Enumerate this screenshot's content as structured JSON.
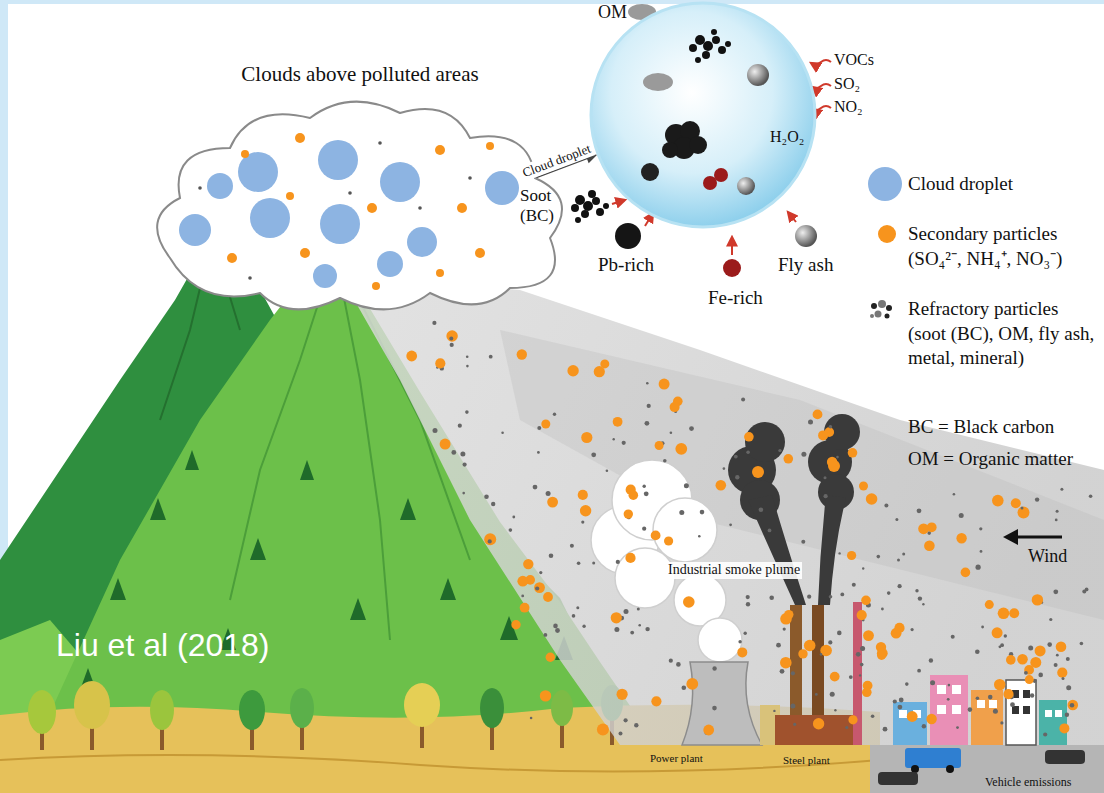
{
  "diagram": {
    "nodes": [
      {
        "text": [
          "Clouds above polluted areas"
        ]
      },
      {
        "text": [
          "H₂O₂"
        ]
      }
    ],
    "edges": [
      {
        "from": 0,
        "to": 1,
        "arrow": "to",
        "label": "Cloud droplet"
      }
    ],
    "labels": [
      "OM",
      "Soot (BC)",
      "VOCs",
      "SO₂",
      "NO₂",
      "Pb-rich",
      "Fe-rich",
      "Fly ash",
      "BC = Black carbon",
      "OM = Organic matter",
      "Wind",
      "Industrial smoke plume",
      "Liu et al (2018)",
      "Power plant",
      "Steel plant",
      "Vehicle emissions"
    ],
    "legend": [
      {
        "text": "Cloud droplet",
        "color": "#8db4e2"
      },
      {
        "text": "Secondary particles (SO₄²⁻, NH₄⁺, NO₃⁻)",
        "color": "#f7941d"
      },
      {
        "text": "Refractory particles (soot (BC), OM, fly ash, metal, mineral)"
      }
    ]
  }
}
